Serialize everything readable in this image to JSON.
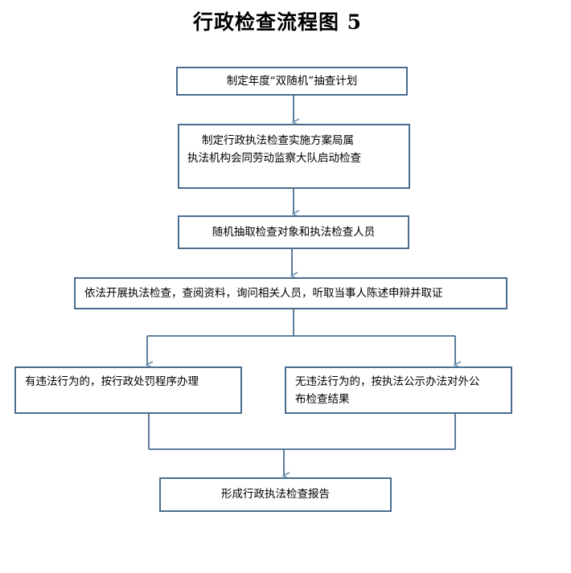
{
  "title": "行政检查流程图 5",
  "steps": {
    "plan": "制定年度“双随机”抽查计划",
    "scheme_line1": "制定行政执法检查实施方案局属",
    "scheme_line2": "执法机构会同劳动监察大队启动检查",
    "random_select": "随机抽取检查对象和执法检查人员",
    "conduct": "依法开展执法检查，查阅资料，询问相关人员，听取当事人陈述申辩并取证",
    "violation": "有违法行为的，按行政处罚程序办理",
    "no_violation_line1": "无违法行为的，按执法公示办法对外公",
    "no_violation_line2": "布检查结果",
    "report": "形成行政执法检查报告"
  },
  "colors": {
    "border": "#4a6d8f",
    "connector": "#4a6d8f",
    "arrow": "#6a8fb3"
  }
}
